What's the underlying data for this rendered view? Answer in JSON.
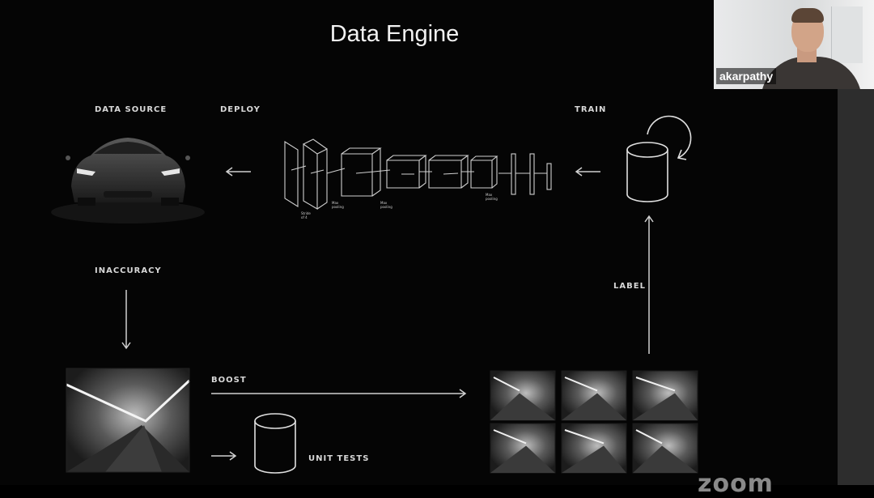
{
  "slide": {
    "title": "Data Engine",
    "labels": {
      "data_source": "DATA SOURCE",
      "deploy": "DEPLOY",
      "train": "TRAIN",
      "inaccuracy": "INACCURACY",
      "label": "LABEL",
      "boost": "BOOST",
      "unit_tests": "UNIT TESTS"
    }
  },
  "video_tile": {
    "participant_name": "akarpathy"
  },
  "watermark": {
    "logo_text": "zoom"
  },
  "icons": [
    "car-image",
    "neural-network-diagram",
    "database-cylinder-icon",
    "cycle-arrow-icon",
    "arrow-left-icon",
    "arrow-down-icon",
    "arrow-right-icon",
    "arrow-up-icon",
    "tunnel-video-thumbnail"
  ],
  "colors": {
    "background": "#050505",
    "foreground": "#d8d8d8",
    "strip": "#2d2d2d"
  }
}
